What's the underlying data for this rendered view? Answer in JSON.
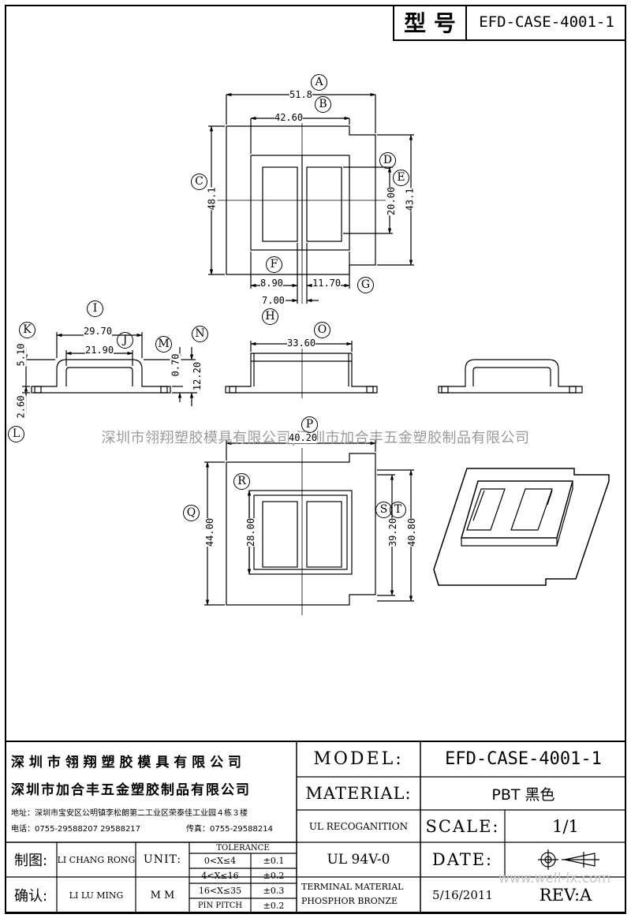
{
  "header": {
    "model_label": "型 号",
    "model_value": "EFD-CASE-4001-1"
  },
  "top_view": {
    "dims": {
      "A": "51.8",
      "B": "42.60",
      "C": "48.1",
      "D": "20.00",
      "E": "43.1",
      "F": "8.90",
      "G": "11.70",
      "H": "7.00"
    },
    "markers": [
      "A",
      "B",
      "C",
      "D",
      "E",
      "F",
      "G",
      "H"
    ]
  },
  "side_view": {
    "dims": {
      "I": "29.70",
      "J": "21.90",
      "K": "5.10",
      "L": "2.60",
      "M": "0.70",
      "N": "12.20"
    },
    "markers": [
      "I",
      "J",
      "K",
      "L",
      "M",
      "N"
    ]
  },
  "front_view": {
    "dims": {
      "O": "33.60"
    },
    "markers": [
      "O"
    ]
  },
  "bottom_view": {
    "dims": {
      "P": "40.20",
      "Q": "44.00",
      "R": "28.00",
      "S": "39.20",
      "T": "40.80"
    },
    "markers": [
      "P",
      "Q",
      "R",
      "S",
      "T"
    ]
  },
  "watermark": "深圳市翎翔塑胶模具有限公司|深圳市加合丰五金塑胶制品有限公司",
  "title_block": {
    "company1": "深 圳 市 翎 翔 塑 胶 模 具 有 限 公 司",
    "company2": "深圳市加合丰五金塑胶制品有限公司",
    "address": "地址：深圳市宝安区公明镇李松朗第二工业区荣泰佳工业园４栋３楼",
    "phone": "电话：0755-29588207  29588217",
    "fax": "传真：0755-29588214",
    "model_label": "MODEL:",
    "model_value": "EFD-CASE-4001-1",
    "material_label": "MATERIAL:",
    "material_value": "PBT 黑色",
    "ul_label": "UL RECOGANITION",
    "scale_label": "SCALE:",
    "scale_value": "1/1",
    "ul_value": "UL 94V-0",
    "date_label": "DATE:",
    "terminal_material_1": "TERMINAL MATERIAL",
    "terminal_material_2": "PHOSPHOR  BRONZE",
    "date_value": "5/16/2011",
    "rev_label": "REV:A",
    "drawn_label": "制图:",
    "drawn_name": "LI CHANG RONG",
    "checked_label": "确认:",
    "checked_name": "LI LU MING",
    "unit_label": "UNIT:",
    "unit_value": "M M",
    "tolerance_title": "TOLERANCE",
    "tolerances": [
      {
        "range": "0<X≤4",
        "value": "±0.1"
      },
      {
        "range": "4<X≤16",
        "value": "±0.2"
      },
      {
        "range": "16<X≤35",
        "value": "±0.3"
      },
      {
        "range": "PIN PITCH",
        "value": "±0.2"
      }
    ],
    "site": "www.well-lx.com"
  }
}
